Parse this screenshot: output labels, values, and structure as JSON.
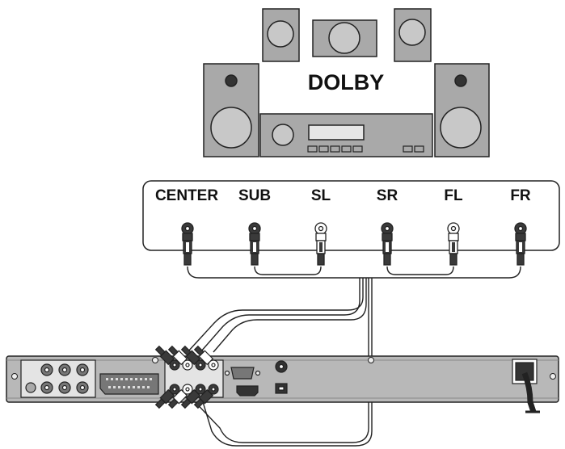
{
  "receiver": {
    "brand_label": "DOLBY"
  },
  "audio_panel": {
    "jacks": [
      {
        "label": "CENTER",
        "plug_color": "dark"
      },
      {
        "label": "SUB",
        "plug_color": "dark"
      },
      {
        "label": "SL",
        "plug_color": "white"
      },
      {
        "label": "SR",
        "plug_color": "dark"
      },
      {
        "label": "FL",
        "plug_color": "white"
      },
      {
        "label": "FR",
        "plug_color": "dark"
      }
    ]
  },
  "colors": {
    "speaker_body": "#a9a9a9",
    "speaker_cone": "#c8c8c8",
    "line": "#222222",
    "plug_dark": "#3a3a3a",
    "plug_white": "#ffffff",
    "player_body": "#b8b8b8",
    "player_panel": "#e4e4e4"
  }
}
